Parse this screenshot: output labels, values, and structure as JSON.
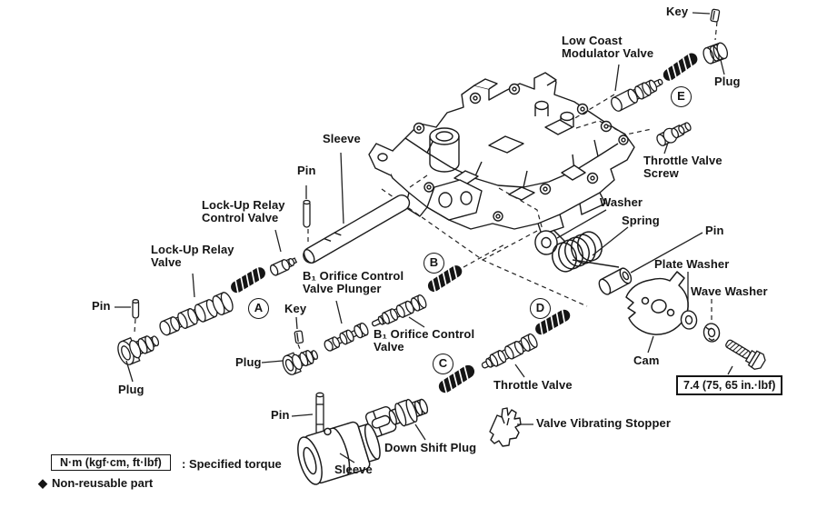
{
  "figure": {
    "type": "exploded-parts-diagram"
  },
  "labels": {
    "key_top": "Key",
    "plug_top": "Plug",
    "low_coast_modulator_valve": "Low Coast Modulator Valve",
    "throttle_valve_screw": "Throttle Valve Screw",
    "sleeve_top": "Sleeve",
    "pin_top": "Pin",
    "lockup_relay_control_valve": "Lock-Up Relay Control Valve",
    "lockup_relay_valve": "Lock-Up Relay Valve",
    "pin_left": "Pin",
    "plug_left": "Plug",
    "b1_orifice_control_valve_plunger": "B₁ Orifice Control Valve Plunger",
    "key_mid": "Key",
    "plug_mid": "Plug",
    "b1_orifice_control_valve": "B₁ Orifice Control Valve",
    "throttle_valve": "Throttle Valve",
    "washer": "Washer",
    "spring": "Spring",
    "pin_right": "Pin",
    "plate_washer": "Plate Washer",
    "wave_washer": "Wave Washer",
    "cam": "Cam",
    "valve_vibrating_stopper": "Valve Vibrating Stopper",
    "down_shift_plug": "Down Shift Plug",
    "pin_bottom": "Pin",
    "sleeve_bottom": "Sleeve"
  },
  "callouts": {
    "a": "A",
    "b": "B",
    "c": "C",
    "d": "D",
    "e": "E"
  },
  "torque_spec": {
    "value": "7.4 (75, 65 in.·lbf)"
  },
  "legend": {
    "torque_unit_box": "N·m (kgf·cm, ft·lbf)",
    "torque_caption": ": Specified torque",
    "nonreusable_symbol": "◆",
    "nonreusable_caption": "Non-reusable part"
  }
}
